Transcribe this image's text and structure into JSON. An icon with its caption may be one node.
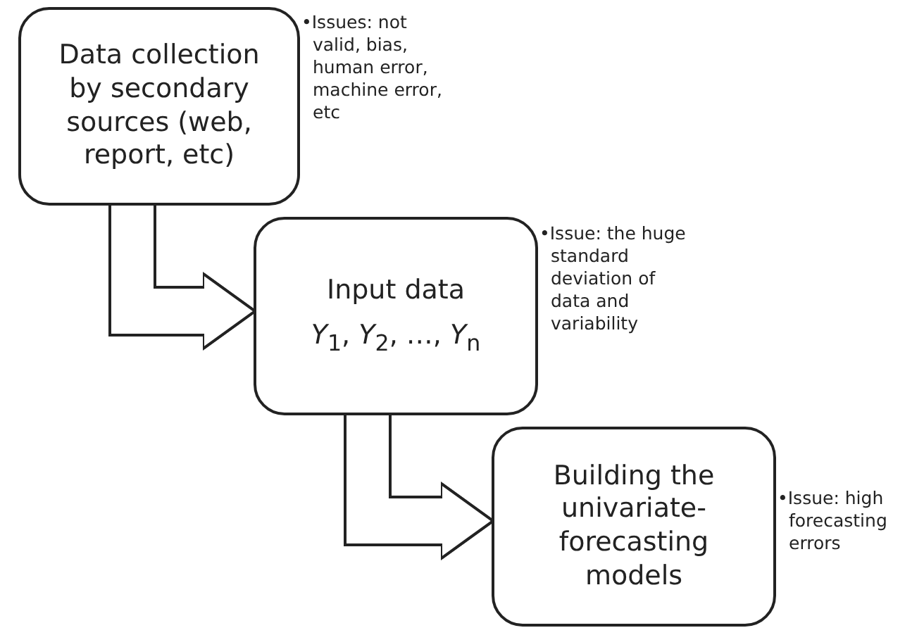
{
  "diagram": {
    "nodes": [
      {
        "text": [
          "Data collection by secondary sources (web, report, etc)"
        ],
        "beside": [
          "•Issues: not valid, bias, human error, machine error, etc"
        ]
      },
      {
        "text": [
          "Input data",
          "*Y*$_{1}$, *Y*$_{2}$, …, *Y*$_{n}$"
        ],
        "beside": [
          "•Issue: the huge standard deviation of data and variability"
        ]
      },
      {
        "text": [
          "Building the univariate-forecasting models"
        ],
        "beside": [
          "•Issue: high forecasting errors"
        ]
      }
    ],
    "edges": [
      {
        "from": 0,
        "to": 1,
        "arrow": "to"
      },
      {
        "from": 1,
        "to": 2,
        "arrow": "to"
      }
    ]
  }
}
